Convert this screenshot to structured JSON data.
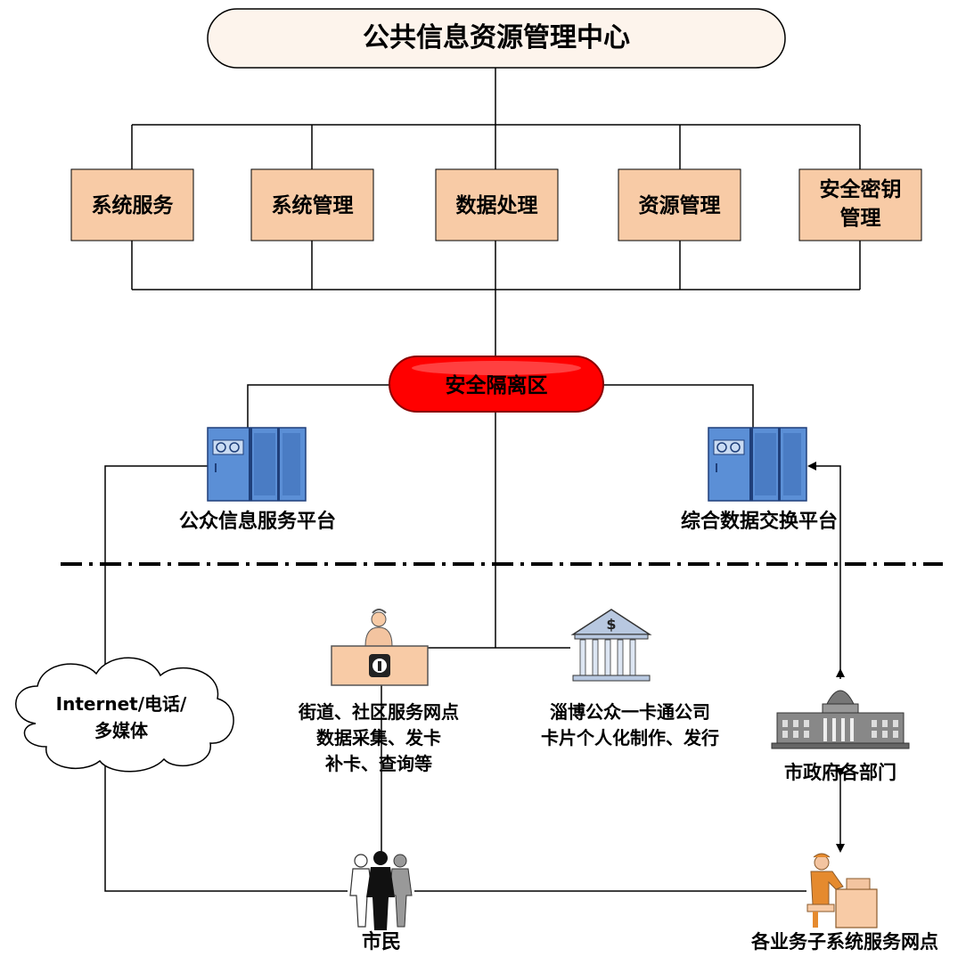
{
  "center": {
    "title": "公共信息资源管理中心"
  },
  "modules": [
    {
      "lines": [
        "系统服务"
      ]
    },
    {
      "lines": [
        "系统管理"
      ]
    },
    {
      "lines": [
        "数据处理"
      ]
    },
    {
      "lines": [
        "资源管理"
      ]
    },
    {
      "lines": [
        "安全密钥",
        "管理"
      ]
    }
  ],
  "security_zone": {
    "label": "安全隔离区"
  },
  "platforms": {
    "public": {
      "label": "公众信息服务平台"
    },
    "exchange": {
      "label": "综合数据交换平台"
    }
  },
  "channels": {
    "cloud_lines": [
      "Internet/电话/",
      "多媒体"
    ],
    "community_lines": [
      "街道、社区服务网点",
      "数据采集、发卡",
      "补卡、查询等"
    ],
    "card_company_lines": [
      "淄博公众一卡通公司",
      "卡片个人化制作、发行"
    ],
    "government": "市政府各部门",
    "citizens": "市民",
    "service_points": "各业务子系统服务网点"
  },
  "colors": {
    "module_fill": "#f8cba6",
    "zone_fill": "#ff0000",
    "server_fill": "#5b8fd6",
    "center_fill": "#fdf4ec"
  }
}
